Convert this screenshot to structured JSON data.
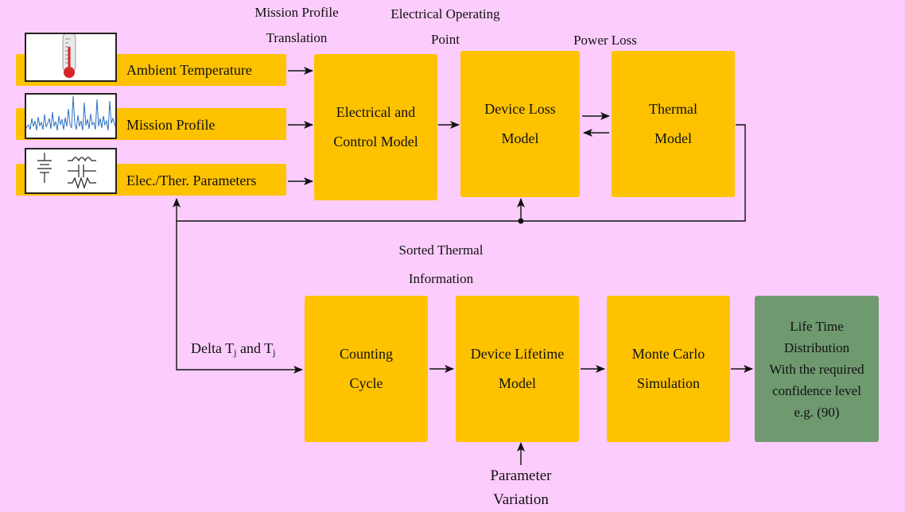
{
  "inputs": {
    "ambient": "Ambient Temperature",
    "mission": "Mission Profile",
    "params": "Elec./Ther. Parameters"
  },
  "blocks": {
    "electrical": [
      "Electrical and",
      "Control Model"
    ],
    "device_loss": [
      "Device Loss",
      "Model"
    ],
    "thermal": [
      "Thermal",
      "Model"
    ],
    "counting": [
      "Counting",
      "Cycle"
    ],
    "lifetime": [
      "Device Lifetime",
      "Model"
    ],
    "monte_carlo": [
      "Monte Carlo",
      "Simulation"
    ],
    "distribution": [
      "Life Time",
      "Distribution",
      "With the required",
      "confidence level",
      "e.g. (90)"
    ]
  },
  "labels": {
    "mission_translation": [
      "Mission Profile",
      "Translation"
    ],
    "operating_point": [
      "Electrical Operating",
      "Point"
    ],
    "power_loss": "Power Loss",
    "sorted_thermal": [
      "Sorted Thermal",
      "Information"
    ],
    "delta_t": {
      "prefix": "Delta T",
      "sub1": "j",
      "mid": " and T",
      "sub2": "j"
    },
    "param_variation": [
      "Parameter",
      "Variation"
    ]
  },
  "colors": {
    "background": "#fccdfc",
    "block": "#fec200",
    "output_block": "#6f9a70",
    "wire": "#111111"
  }
}
